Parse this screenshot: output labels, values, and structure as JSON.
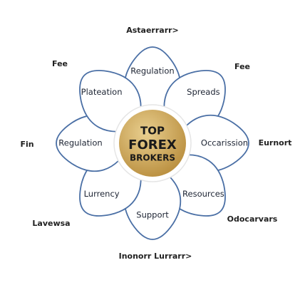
{
  "center": {
    "line1": "TOP",
    "line2": "FOREX",
    "line3": "BROKERS"
  },
  "petals": [
    "Regulation",
    "Spreads",
    "Occarission",
    "Resources",
    "Support",
    "Lurrency",
    "Regulation",
    "Plateation"
  ],
  "outer_labels": {
    "top": "Astaerrarr>",
    "top_left": "Fee",
    "top_right": "Fee",
    "left": "Fin",
    "right": "Eurnort",
    "bottom_left": "Lavewsa",
    "bottom_right": "Odocarvars",
    "bottom": "Inonorr Lurrarr>"
  },
  "colors": {
    "petal_fill": "#ffffff",
    "petal_stroke": "#4a6fa5",
    "center_gold_light": "#e9cf8f",
    "center_gold_dark": "#b98e3e",
    "center_ring": "#e5e5e5"
  }
}
